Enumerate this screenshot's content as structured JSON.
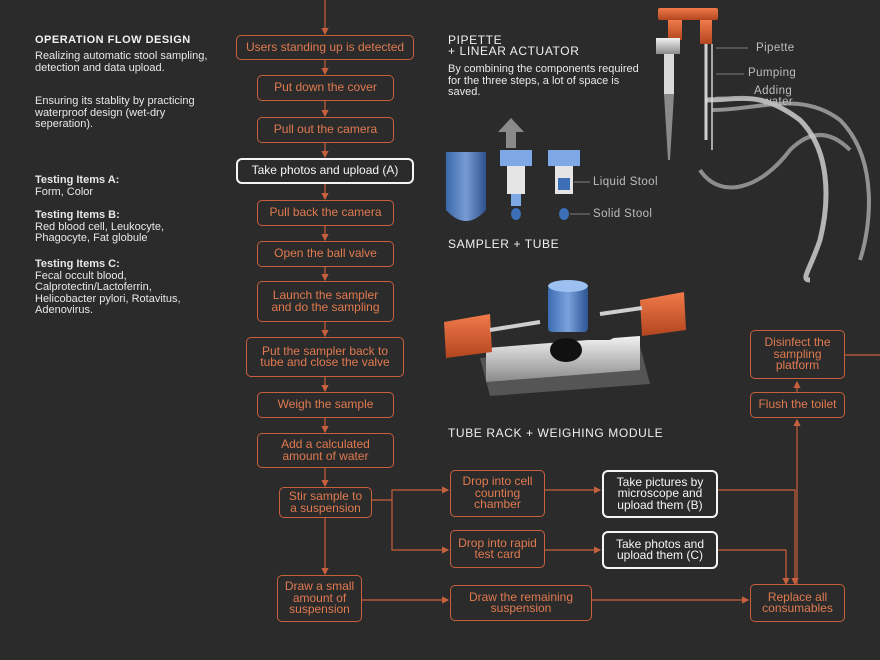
{
  "left_panel": {
    "title": "OPERATION FLOW DESIGN",
    "para1": "Realizing automatic stool sampling, detection and data upload.",
    "para2": "Ensuring its stablity by practicing waterproof design (wet-dry seperation).",
    "items": [
      {
        "head": "Testing Items A:",
        "body": "Form, Color"
      },
      {
        "head": "Testing Items B:",
        "body": "Red blood cell, Leukocyte, Phagocyte, Fat globule"
      },
      {
        "head": "Testing Items C:",
        "body": "Fecal occult blood, Calprotectin/Lactoferrin, Helicobacter pylori, Rotavitus, Adenovirus."
      }
    ]
  },
  "flow": {
    "s1": "Users standing up is detected",
    "s2": "Put down the cover",
    "s3": "Pull out the camera",
    "s4": "Take photos and upload (A)",
    "s5": "Pull back the camera",
    "s6": "Open the ball valve",
    "s7": "Launch the sampler and do the sampling",
    "s8": "Put the sampler back to tube and close the valve",
    "s9": "Weigh the sample",
    "s10": "Add a calculated amount of water",
    "s11": "Stir sample to a suspension",
    "s12": "Draw a small amount of suspension",
    "b1": "Drop into cell counting chamber",
    "b2": "Drop into rapid test card",
    "b3": "Draw the remaining suspension",
    "w1": "Take pictures by microscope and upload them (B)",
    "w2": "Take photos and upload them (C)",
    "r1": "Disinfect the sampling platform",
    "r2": "Flush the toilet",
    "r3": "Replace all consumables"
  },
  "pipette": {
    "title1": "PIPETTE",
    "title2": "+ LINEAR ACTUATOR",
    "desc": "By combining the components required for the three steps, a lot of space is saved.",
    "label_pipette": "Pipette",
    "label_pumping": "Pumping",
    "label_adding1": "Adding",
    "label_adding2": "water"
  },
  "sampler": {
    "label_liquid": "Liquid Stool",
    "label_solid": "Solid Stool",
    "caption": "SAMPLER + TUBE"
  },
  "rack": {
    "caption": "TUBE RACK + WEIGHING MODULE"
  },
  "colors": {
    "background": "#2b2b2b",
    "accent_orange": "#c7603c",
    "text_orange": "#e07a50",
    "white_box": "#f5f5f5"
  }
}
